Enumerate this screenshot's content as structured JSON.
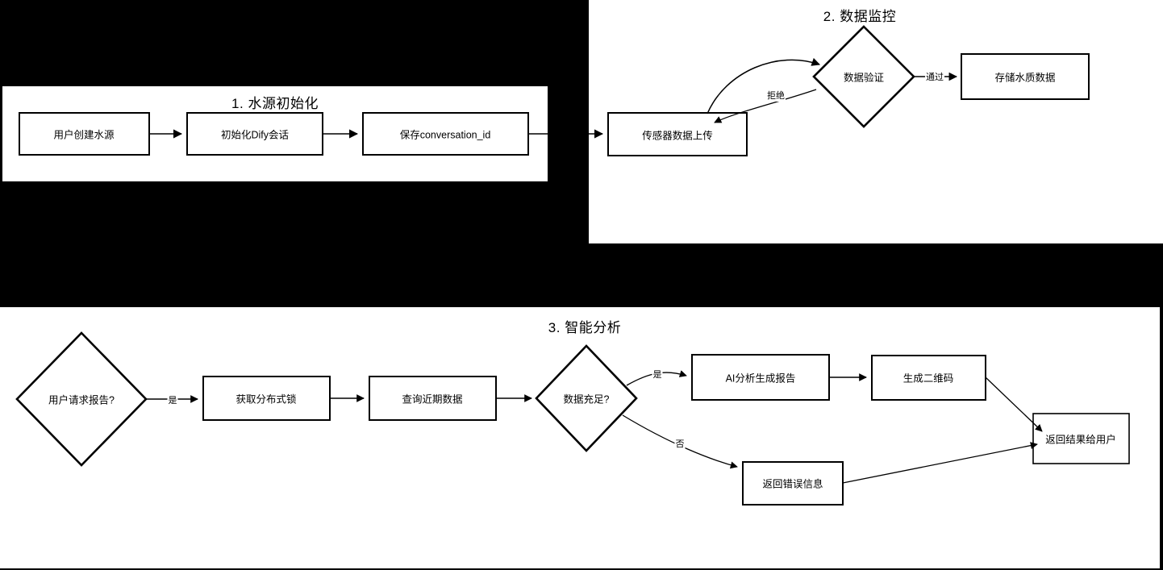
{
  "diagram": {
    "type": "flowchart",
    "background": "#000000",
    "panel_background": "#ffffff",
    "stroke": "#000000",
    "panels": [
      {
        "id": "panel-1",
        "title": "1. 水源初始化",
        "nodes": [
          {
            "id": "p1n1",
            "shape": "rect",
            "label": "用户创建水源"
          },
          {
            "id": "p1n2",
            "shape": "rect",
            "label": "初始化Dify会话"
          },
          {
            "id": "p1n3",
            "shape": "rect",
            "label": "保存conversation_id"
          }
        ],
        "edges": [
          {
            "from": "p1n1",
            "to": "p1n2",
            "label": ""
          },
          {
            "from": "p1n2",
            "to": "p1n3",
            "label": ""
          },
          {
            "from": "p1n3",
            "to": "p2n1",
            "label": ""
          }
        ]
      },
      {
        "id": "panel-2",
        "title": "2. 数据监控",
        "nodes": [
          {
            "id": "p2n1",
            "shape": "rect",
            "label": "传感器数据上传"
          },
          {
            "id": "p2n2",
            "shape": "diamond",
            "label": "数据验证"
          },
          {
            "id": "p2n3",
            "shape": "rect",
            "label": "存储水质数据"
          }
        ],
        "edges": [
          {
            "from": "p2n1",
            "to": "p2n2",
            "label": ""
          },
          {
            "from": "p2n2",
            "to": "p2n3",
            "label": "通过"
          },
          {
            "from": "p2n2",
            "to": "p2n1",
            "label": "拒绝"
          }
        ]
      },
      {
        "id": "panel-3",
        "title": "3. 智能分析",
        "nodes": [
          {
            "id": "p3n1",
            "shape": "diamond",
            "label": "用户请求报告?"
          },
          {
            "id": "p3n2",
            "shape": "rect",
            "label": "获取分布式锁"
          },
          {
            "id": "p3n3",
            "shape": "rect",
            "label": "查询近期数据"
          },
          {
            "id": "p3n4",
            "shape": "diamond",
            "label": "数据充足?"
          },
          {
            "id": "p3n5",
            "shape": "rect",
            "label": "AI分析生成报告"
          },
          {
            "id": "p3n6",
            "shape": "rect",
            "label": "生成二维码"
          },
          {
            "id": "p3n7",
            "shape": "rect",
            "label": "返回错误信息"
          },
          {
            "id": "p3n8",
            "shape": "rect",
            "label": "返回结果给用户"
          }
        ],
        "edges": [
          {
            "from": "p3n1",
            "to": "p3n2",
            "label": "是"
          },
          {
            "from": "p3n2",
            "to": "p3n3",
            "label": ""
          },
          {
            "from": "p3n3",
            "to": "p3n4",
            "label": ""
          },
          {
            "from": "p3n4",
            "to": "p3n5",
            "label": "是"
          },
          {
            "from": "p3n4",
            "to": "p3n7",
            "label": "否"
          },
          {
            "from": "p3n5",
            "to": "p3n6",
            "label": ""
          },
          {
            "from": "p3n6",
            "to": "p3n8",
            "label": ""
          },
          {
            "from": "p3n7",
            "to": "p3n8",
            "label": ""
          }
        ]
      }
    ]
  }
}
